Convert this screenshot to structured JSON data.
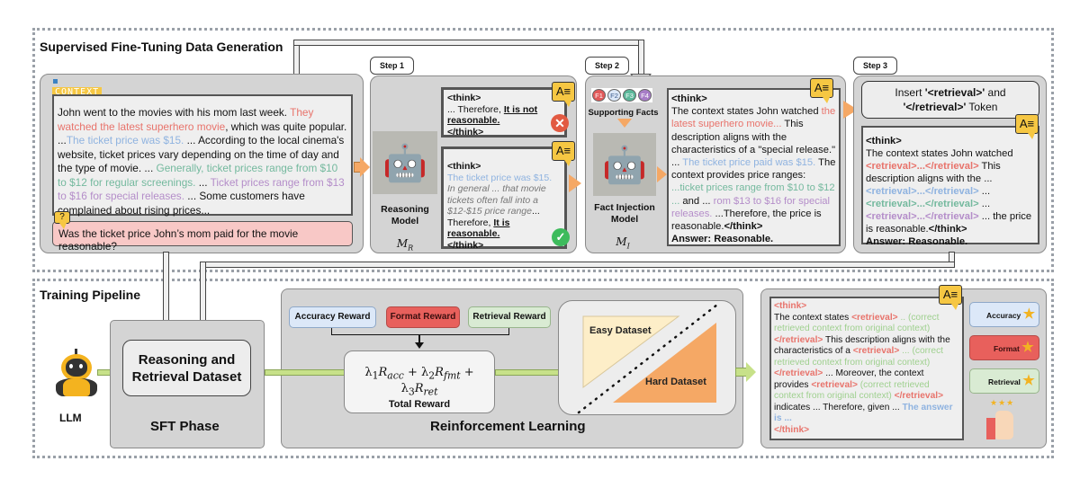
{
  "sections": {
    "sft": {
      "title": "Supervised Fine-Tuning Data Generation"
    },
    "training": {
      "title": "Training Pipeline"
    }
  },
  "context": {
    "tag": "CONTEXT",
    "segments": [
      {
        "text": "John went to the movies with his mom last week. ",
        "color": "default"
      },
      {
        "text": "They watched the latest superhero movie",
        "color": "red"
      },
      {
        "text": ", which was quite popular. ...",
        "color": "default"
      },
      {
        "text": "The ticket price was $15.",
        "color": "blue"
      },
      {
        "text": " ... According to the local cinema's website, ticket prices vary depending on the time of day and the type of movie. ... ",
        "color": "default"
      },
      {
        "text": "Generally, ticket prices range from $10 to $12 for regular screenings.",
        "color": "green"
      },
      {
        "text": " ... ",
        "color": "default"
      },
      {
        "text": "Ticket prices range from $13 to $16 for special releases.",
        "color": "purple"
      },
      {
        "text": " ... Some customers have complained about rising prices...",
        "color": "default"
      }
    ],
    "question_icon": "?",
    "question": "Was the ticket price John’s mom paid for the movie reasonable?"
  },
  "step1": {
    "tab": "Step 1",
    "model_name": "Reasoning Model",
    "model_symbol": "M",
    "model_sub": "R",
    "wrong": {
      "open": "<think>",
      "body": "... Therefore, ",
      "verdict": "It is not reasonable.",
      "close": "</think>",
      "status_icon": "cross-icon"
    },
    "right": {
      "open": "<think>",
      "fact": "The ticket price was $15.",
      "general": " In general ... that movie tickets often fall into a $12-$15 price range",
      "body": "... Therefore, ",
      "verdict": "It is reasonable.",
      "close": "</think>",
      "status_icon": "check-icon"
    }
  },
  "step2": {
    "tab": "Step 2",
    "facts": [
      "F1",
      "F2",
      "F3",
      "F4"
    ],
    "facts_label": "Supporting Facts",
    "model_name": "Fact Injection Model",
    "model_symbol": "M",
    "model_sub": "I",
    "output": {
      "open": "<think>",
      "s1": "The context states John watched ",
      "r1": "the latest superhero movie...",
      "s2": " This description aligns with the characteristics of a \"special release.\" ... ",
      "r2": " The ticket price paid was $15.",
      "s3": " The context provides price ranges: ",
      "r3": "...ticket prices range from $10 to $12 ...",
      "s4": " and ... ",
      "r4": "rom $13 to $16 for special releases.",
      "s5": " ...Therefore, the price is reasonable.",
      "close": "</think>",
      "answer": "Answer: Reasonable."
    }
  },
  "step3": {
    "tab": "Step 3",
    "insert_prefix": "Insert ",
    "insert_open": "'<retrieval>'",
    "insert_and": " and ",
    "insert_close": "'</retrieval>'",
    "insert_suffix": " Token",
    "output": {
      "open": "<think>",
      "s1": "The context states John watched ",
      "tag": "<retrieval>...</retrieval>",
      "s2": " This description aligns with the ... ",
      "s3": " ... ",
      "s4": " ... ",
      "s5": " ... the price is reasonable.",
      "close": "</think>",
      "answer": "Answer: Reasonable."
    }
  },
  "pipeline": {
    "llm_label": "LLM",
    "sft_dataset": "Reasoning and Retrieval Dataset",
    "sft_phase": "SFT Phase",
    "rewards": [
      "Accuracy Reward",
      "Format Reward",
      "Retrieval Reward"
    ],
    "total_formula": "λ₁R_acc + λ₂R_fmt + λ₃R_ret",
    "total_label": "Total Reward",
    "easy": "Easy Dataset",
    "hard": "Hard Dataset",
    "rl_label": "Reinforcement Learning"
  },
  "final_output": {
    "open": "<think>",
    "s1": "The context states ",
    "ropen": "<retrieval>",
    "rclose": "</retrieval>",
    "correct": "(correct retrieved context from original context)",
    "s2": " This description aligns with the characteristics of a ",
    "s3": " ... Moreover, the context provides ",
    "s4": " indicates ... Therefore, given ... ",
    "answer": "The answer is ...",
    "close": "</think>",
    "badges": [
      "Accuracy",
      "Format",
      "Retrieval"
    ]
  },
  "colors": {
    "red": "#e8736b",
    "blue": "#8fb3e0",
    "green": "#74b99e",
    "purple": "#b48dc9",
    "panel": "#d4d4d4",
    "accuracy_bg": "#dce8f8",
    "format_bg": "#e8605c",
    "retrieval_bg": "#d9ebd3",
    "easy_bg": "#fdeec8",
    "hard_bg": "#f5a865",
    "note_yellow": "#f6c743",
    "arrow_orange": "#f5a865",
    "green_bar": "#c7e189"
  }
}
